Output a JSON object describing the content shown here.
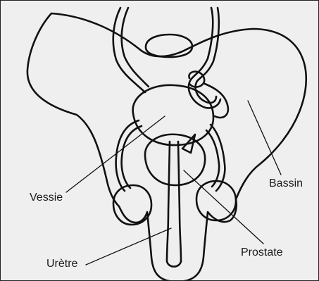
{
  "labels": {
    "bassin": "Bassin",
    "vessie": "Vessie",
    "prostate": "Prostate",
    "uretre": "Urètre"
  }
}
